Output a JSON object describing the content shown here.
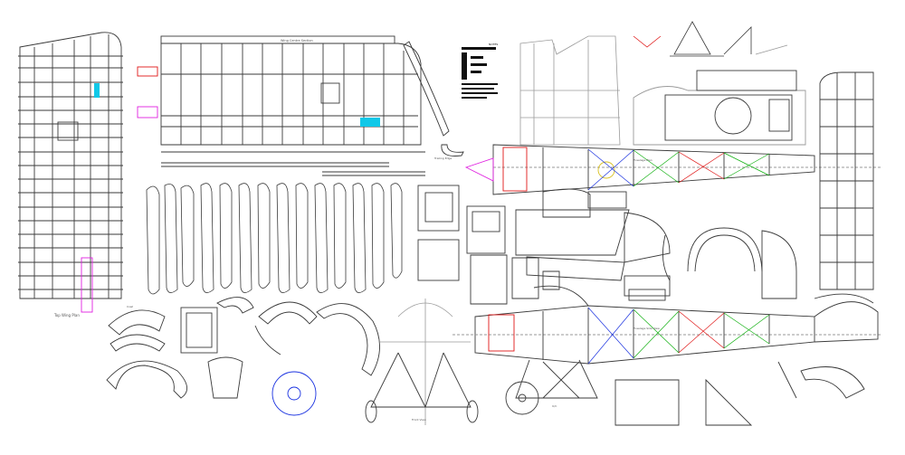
{
  "sheet": {
    "wing_title": "Top Wing Plan",
    "wing_centre_label": "Wing Centre Section",
    "trailing_edge_label": "Trailing Edge",
    "fuselage_label": "Fuselage Plan",
    "fuselage_side_label": "Fuselage Side View",
    "cowl_label": "Cowl",
    "front_view_label": "Front View",
    "undercarriage_label": "U/C",
    "notes_heading": "NOTES"
  },
  "colors": {
    "line": "#3a3a3a",
    "magenta": "#e020e0",
    "red": "#e01818",
    "green": "#10b010",
    "blue": "#1830e0",
    "cyan": "#10c8e8",
    "yellow": "#d8c020",
    "grey": "#9a9a9a"
  }
}
